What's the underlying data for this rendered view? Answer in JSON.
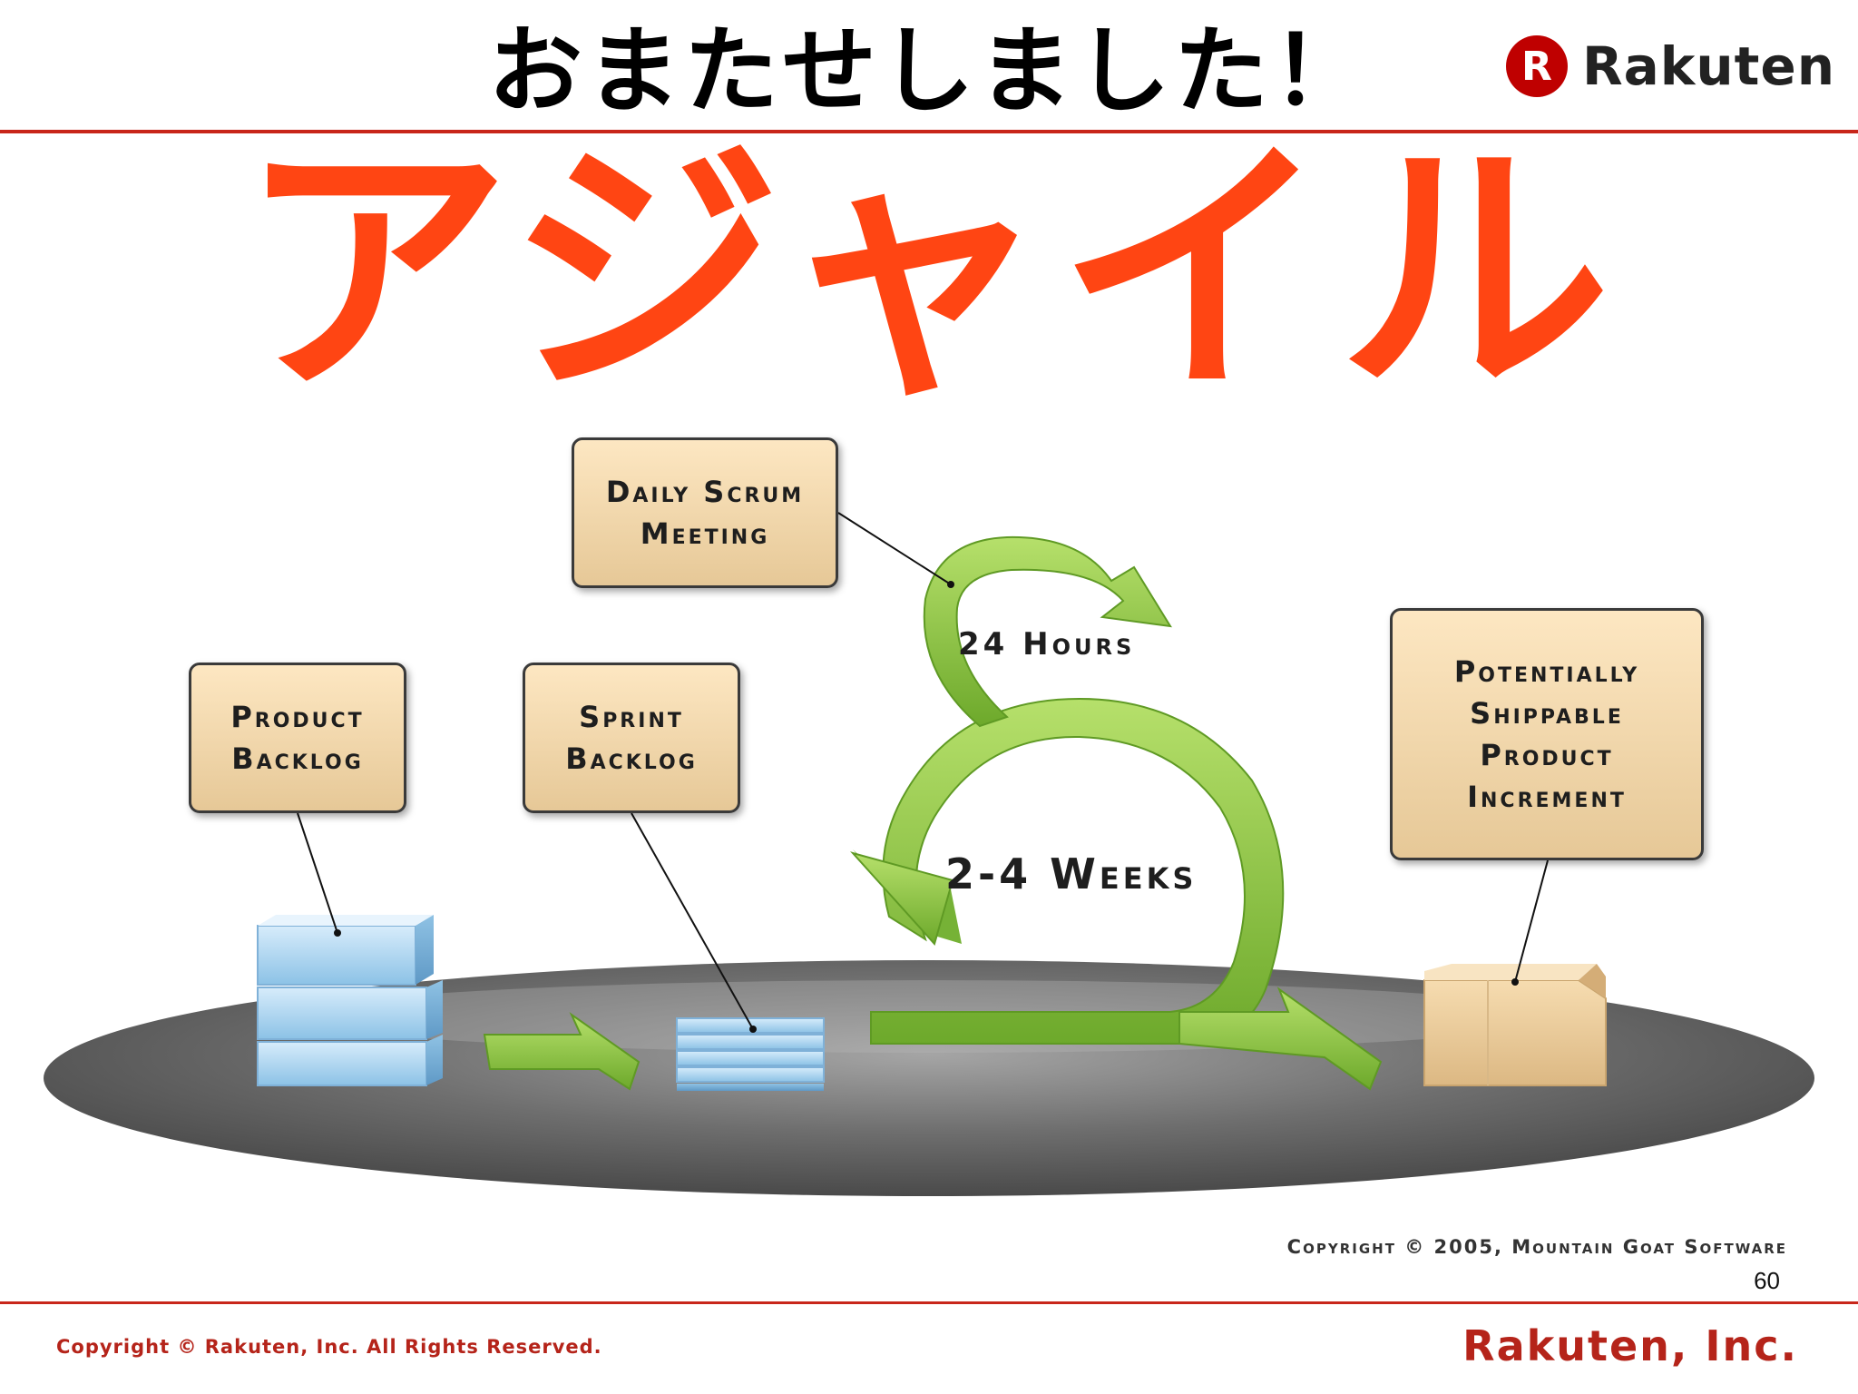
{
  "header": {
    "title": "おまたせしました！",
    "logo": {
      "mark": "R",
      "wordmark": "Rakuten",
      "brand_color": "#bf0000"
    }
  },
  "main_title": "アジャイル",
  "diagram": {
    "boxes": {
      "daily_scrum": [
        "Daily Scrum",
        "Meeting"
      ],
      "product_backlog": [
        "Product",
        "Backlog"
      ],
      "sprint_backlog": [
        "Sprint",
        "Backlog"
      ],
      "increment": [
        "Potentially",
        "Shippable",
        "Product",
        "Increment"
      ]
    },
    "cycles": {
      "daily": "24 Hours",
      "sprint": "2-4 Weeks"
    },
    "copyright": "Copyright © 2005, Mountain Goat Software",
    "icons": [
      "stacked-blocks-icon",
      "thin-stack-icon",
      "cardboard-box-icon",
      "green-arrow-icon"
    ],
    "colors": {
      "arrow": "#8cc63f",
      "box_fill": "#f2d7a9",
      "platform": "#6b6b6b"
    }
  },
  "page_number": "60",
  "footer": {
    "copyright": "Copyright © Rakuten, Inc. All Rights Reserved.",
    "company": "Rakuten, Inc.",
    "accent": "#b5241a"
  },
  "accent_color": "#ff4513"
}
